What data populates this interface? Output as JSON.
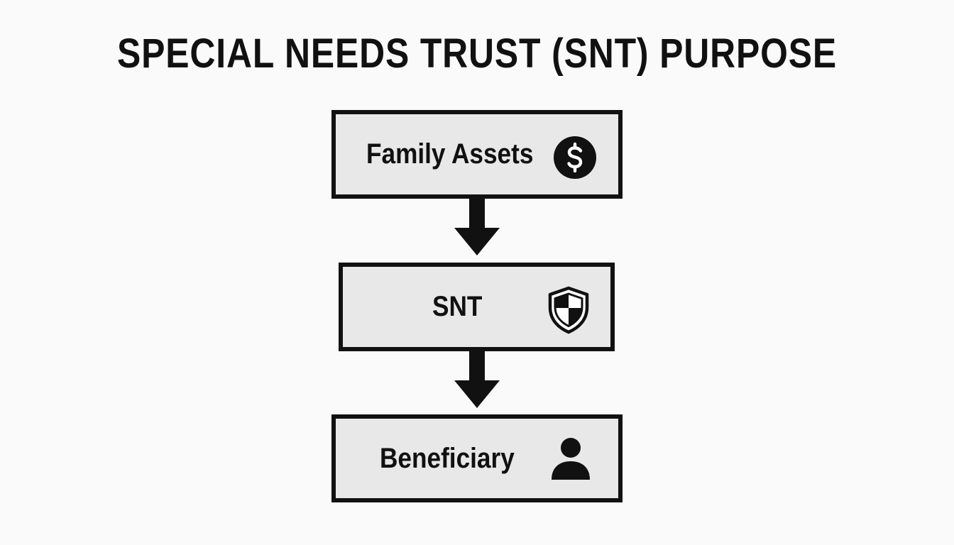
{
  "title": "SPECIAL NEEDS TRUST (SNT) PURPOSE",
  "nodes": [
    {
      "label": "Family Assets",
      "icon": "dollar-icon"
    },
    {
      "label": "SNT",
      "icon": "shield-icon"
    },
    {
      "label": "Beneficiary",
      "icon": "person-icon"
    }
  ],
  "edges": [
    {
      "from": "Family Assets",
      "to": "SNT"
    },
    {
      "from": "SNT",
      "to": "Beneficiary"
    }
  ],
  "colors": {
    "stroke": "#111111",
    "box_fill": "#e8e8e8",
    "background": "#fafafa"
  }
}
